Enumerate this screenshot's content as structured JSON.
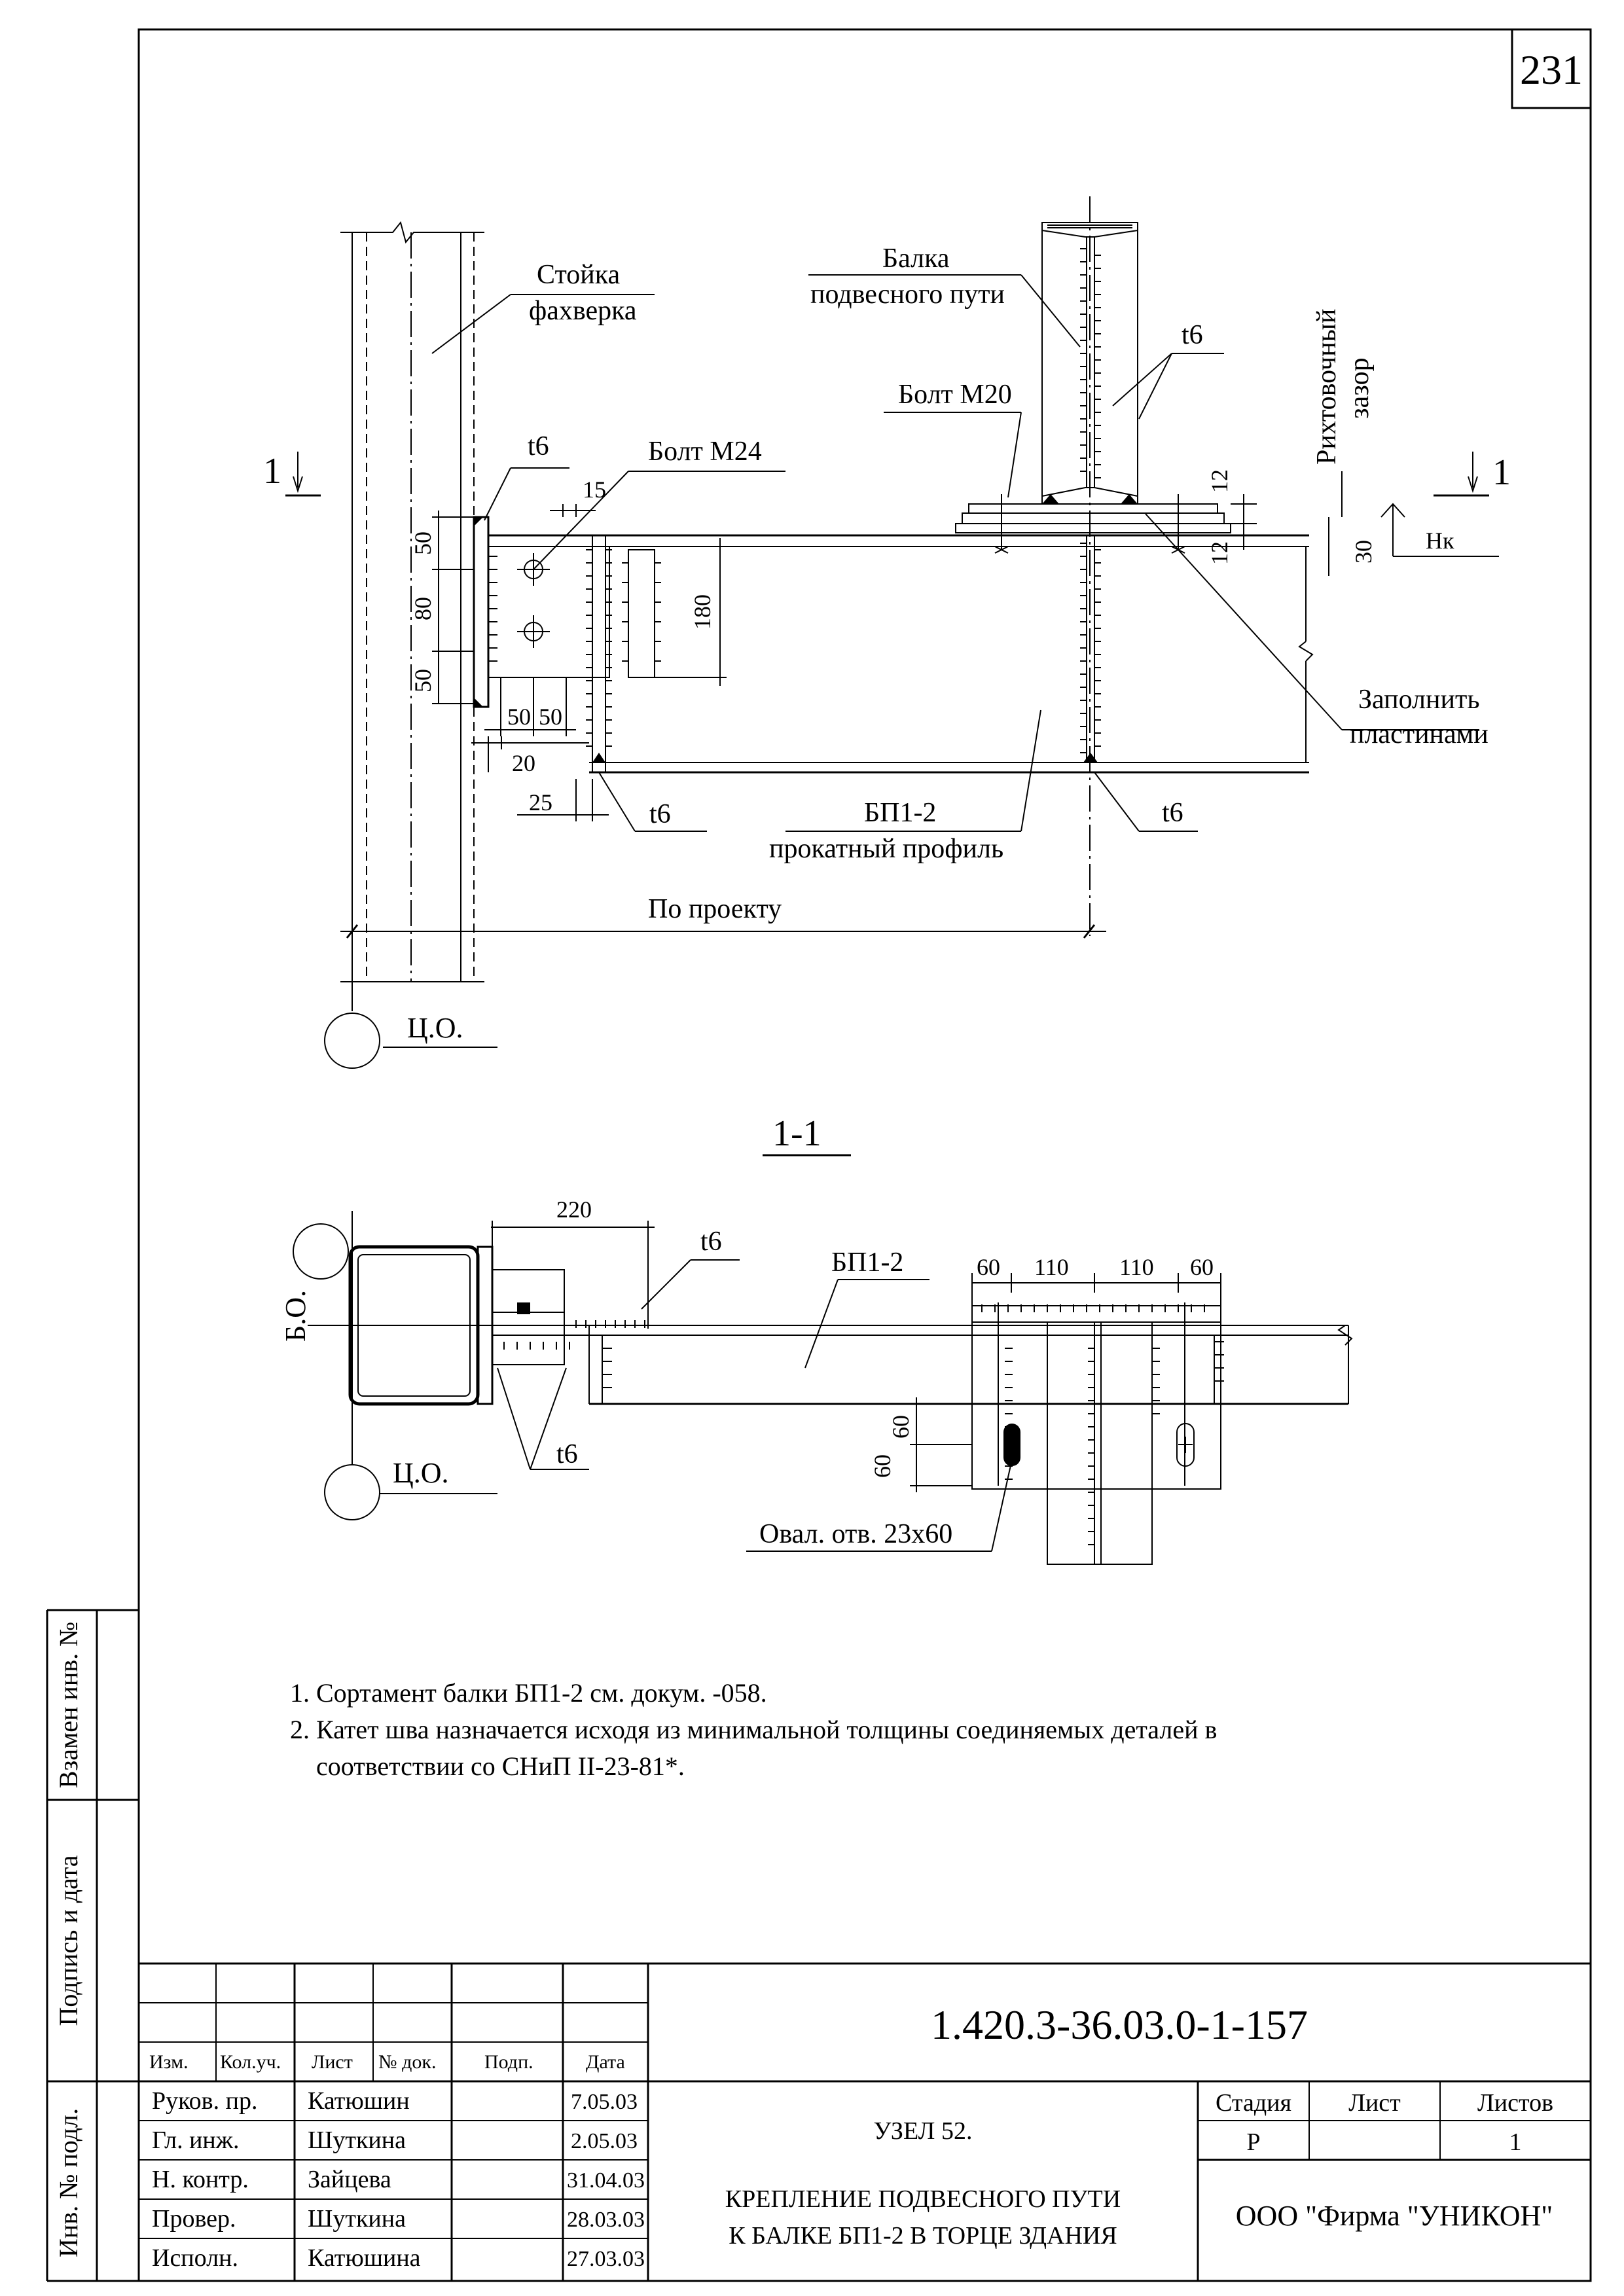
{
  "sheet": {
    "page_number": "231"
  },
  "elevation": {
    "labels": {
      "stoika": "Стойка",
      "fakhverka": "фахверка",
      "balka": "Балка",
      "podvesnogo": "подвесного пути",
      "t6": "t6",
      "bolt_m20": "Болт М20",
      "bolt_m24": "Болт М24",
      "rikhtovochny": "Рихтовочный",
      "zazor": "зазор",
      "section_mark": "1",
      "zapolnit": "Заполнить",
      "plastinami": "пластинами",
      "bp12": "БП1-2",
      "prokatny": "прокатный профиль",
      "po_proektu": "По проекту",
      "axis_co": "Ц.О.",
      "hk": "Нк"
    },
    "dims": {
      "d15": "15",
      "d12a": "12",
      "d12b": "12",
      "d30": "30",
      "d50a": "50",
      "d80": "80",
      "d50b": "50",
      "d180": "180",
      "d50c": "50",
      "d50d": "50",
      "d20": "20",
      "d25": "25"
    }
  },
  "section": {
    "title": "1-1",
    "labels": {
      "bo": "Б.О.",
      "co": "Ц.О.",
      "t6a": "t6",
      "t6b": "t6",
      "bp12": "БП1-2",
      "oval": "Овал. отв. 23х60"
    },
    "dims": {
      "d220": "220",
      "d60a": "60",
      "d110a": "110",
      "d110b": "110",
      "d60b": "60",
      "d60c": "60",
      "d60d": "60"
    }
  },
  "notes": [
    "1. Сортамент балки БП1-2  см. докум. -058.",
    "2. Катет шва назначается исходя из минимальной толщины соединяемых деталей в",
    "    соответствии со СНиП II-23-81*."
  ],
  "side_stamp": {
    "vzamen": "Взамен инв. №",
    "podpis": "Подпись и дата",
    "inv": "Инв. № подл."
  },
  "title_block": {
    "doc_code": "1.420.3-36.03.0-1-157",
    "headers": [
      "Изм.",
      "Кол.уч.",
      "Лист",
      "№ док.",
      "Подп.",
      "Дата"
    ],
    "rows": [
      {
        "role": "Руков. пр.",
        "name": "Катюшин",
        "date": "7.05.03"
      },
      {
        "role": "Гл. инж.",
        "name": "Шуткина",
        "date": "2.05.03"
      },
      {
        "role": "Н. контр.",
        "name": "Зайцева",
        "date": "31.04.03"
      },
      {
        "role": "Провер.",
        "name": "Шуткина",
        "date": "28.03.03"
      },
      {
        "role": "Исполн.",
        "name": "Катюшина",
        "date": "27.03.03"
      }
    ],
    "title_line1": "УЗЕЛ 52.",
    "title_line2": "КРЕПЛЕНИЕ ПОДВЕСНОГО ПУТИ",
    "title_line3": "К БАЛКЕ  БП1-2  В ТОРЦЕ ЗДАНИЯ",
    "stage_header": "Стадия",
    "sheet_header": "Лист",
    "sheets_header": "Листов",
    "stage_value": "Р",
    "sheet_value": "",
    "sheets_value": "1",
    "company": "ООО  \"Фирма \"УНИКОН\""
  }
}
